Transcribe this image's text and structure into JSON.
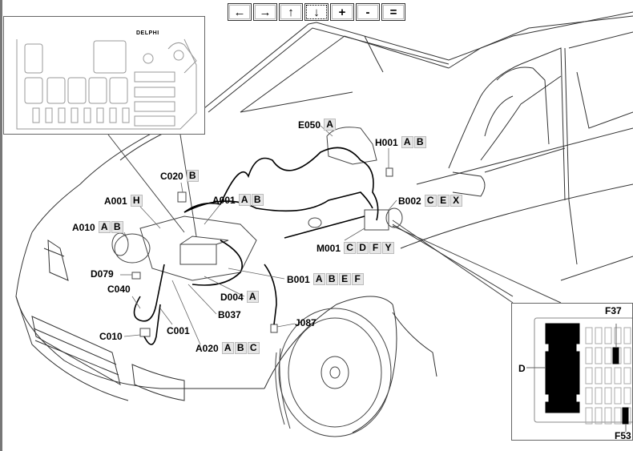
{
  "toolbar": {
    "buttons": [
      {
        "name": "pan-left",
        "glyph": "←"
      },
      {
        "name": "pan-right",
        "glyph": "→"
      },
      {
        "name": "pan-up",
        "glyph": "↑"
      },
      {
        "name": "pan-down",
        "glyph": "↓"
      },
      {
        "name": "zoom-in",
        "glyph": "+"
      },
      {
        "name": "zoom-out",
        "glyph": "-"
      },
      {
        "name": "fit",
        "glyph": "="
      }
    ],
    "active": "pan-down"
  },
  "inset_top": {
    "brand": "DELPHI"
  },
  "inset_bottom_right": {
    "labels": {
      "d": "D",
      "f37": "F37",
      "f53": "F53"
    }
  },
  "components": [
    {
      "id": "e050",
      "code": "E050",
      "pins": [
        "A"
      ]
    },
    {
      "id": "h001",
      "code": "H001",
      "pins": [
        "A",
        "B"
      ]
    },
    {
      "id": "c020",
      "code": "C020",
      "pins": [
        "B"
      ]
    },
    {
      "id": "a001h",
      "code": "A001",
      "pins": [
        "H"
      ]
    },
    {
      "id": "a001ab",
      "code": "A001",
      "pins": [
        "A",
        "B"
      ]
    },
    {
      "id": "b002",
      "code": "B002",
      "pins": [
        "C",
        "E",
        "X"
      ]
    },
    {
      "id": "a010",
      "code": "A010",
      "pins": [
        "A",
        "B"
      ]
    },
    {
      "id": "m001",
      "code": "M001",
      "pins": [
        "C",
        "D",
        "F",
        "Y"
      ]
    },
    {
      "id": "d079",
      "code": "D079",
      "pins": []
    },
    {
      "id": "b001",
      "code": "B001",
      "pins": [
        "A",
        "B",
        "E",
        "F"
      ]
    },
    {
      "id": "c040",
      "code": "C040",
      "pins": []
    },
    {
      "id": "d004",
      "code": "D004",
      "pins": [
        "A"
      ]
    },
    {
      "id": "b037",
      "code": "B037",
      "pins": []
    },
    {
      "id": "j087",
      "code": "J087",
      "pins": []
    },
    {
      "id": "c010",
      "code": "C010",
      "pins": []
    },
    {
      "id": "c001",
      "code": "C001",
      "pins": []
    },
    {
      "id": "a020",
      "code": "A020",
      "pins": [
        "A",
        "B",
        "C"
      ]
    }
  ]
}
